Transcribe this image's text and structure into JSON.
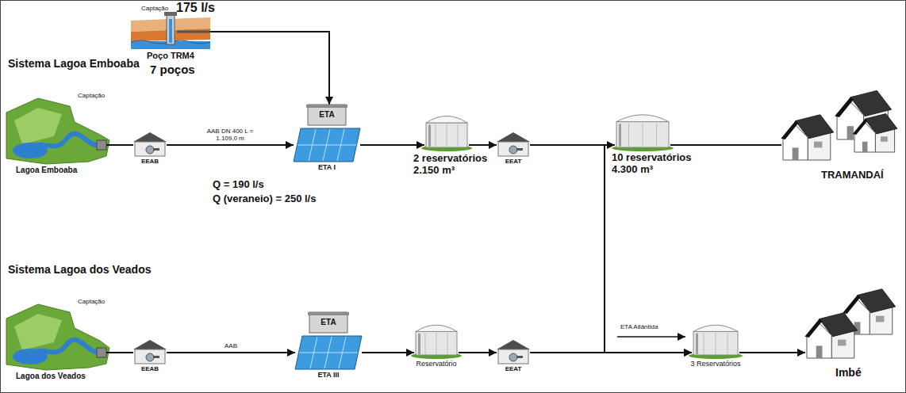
{
  "diagram": {
    "nodes": [
      {
        "text": [
          "Poço TRM4",
          "7 poços"
        ]
      },
      {
        "text": [
          "Captação",
          "Lagoa Emboaba"
        ]
      },
      {
        "text": [
          "EEAB"
        ]
      },
      {
        "text": [
          "ETA",
          "ETA I"
        ]
      },
      {
        "text": [
          "2 reservatórios 2.150 m³"
        ]
      },
      {
        "text": [
          "EEAT"
        ]
      },
      {
        "text": [
          "10 reservatórios 4.300 m³"
        ]
      },
      {
        "text": [
          "TRAMANDAÍ"
        ]
      },
      {
        "text": [
          "Captação",
          "Lagoa dos Veados"
        ]
      },
      {
        "text": [
          "EEAB"
        ]
      },
      {
        "text": [
          "ETA",
          "ETA III"
        ]
      },
      {
        "text": [
          "Reservatório"
        ]
      },
      {
        "text": [
          "EEAT"
        ]
      },
      {
        "text": [
          "3 Reservatórios"
        ]
      },
      {
        "text": [
          "Imbé"
        ]
      }
    ],
    "edges": [
      {
        "from": 0,
        "to": 3,
        "arrow": "to"
      },
      {
        "from": 1,
        "to": 2,
        "arrow": "none"
      },
      {
        "from": 2,
        "to": 3,
        "label": "AAB DN 400 L = 1.109,0 m",
        "arrow": "to"
      },
      {
        "from": 3,
        "to": 4,
        "arrow": "to"
      },
      {
        "from": 4,
        "to": 5,
        "arrow": "to"
      },
      {
        "from": 5,
        "to": 6,
        "arrow": "to"
      },
      {
        "from": 6,
        "to": 7,
        "arrow": "none"
      },
      {
        "from": 5,
        "to": 13,
        "arrow": "to"
      },
      {
        "from": 8,
        "to": 9,
        "arrow": "none"
      },
      {
        "from": 9,
        "to": 10,
        "label": "AAB",
        "arrow": "to"
      },
      {
        "from": 10,
        "to": 11,
        "arrow": "to"
      },
      {
        "from": 11,
        "to": 12,
        "arrow": "to"
      },
      {
        "from": 12,
        "to": 13,
        "arrow": "to"
      },
      {
        "from": 13,
        "to": 14,
        "arrow": "to"
      }
    ],
    "labels": [
      "Sistema Lagoa Emboaba",
      "Captação",
      "175 l/s",
      "Q = 190 l/s",
      "Q (veraneio) = 250 l/s",
      "Sistema Lagoa dos Veados",
      "ETA Atlântida"
    ]
  }
}
